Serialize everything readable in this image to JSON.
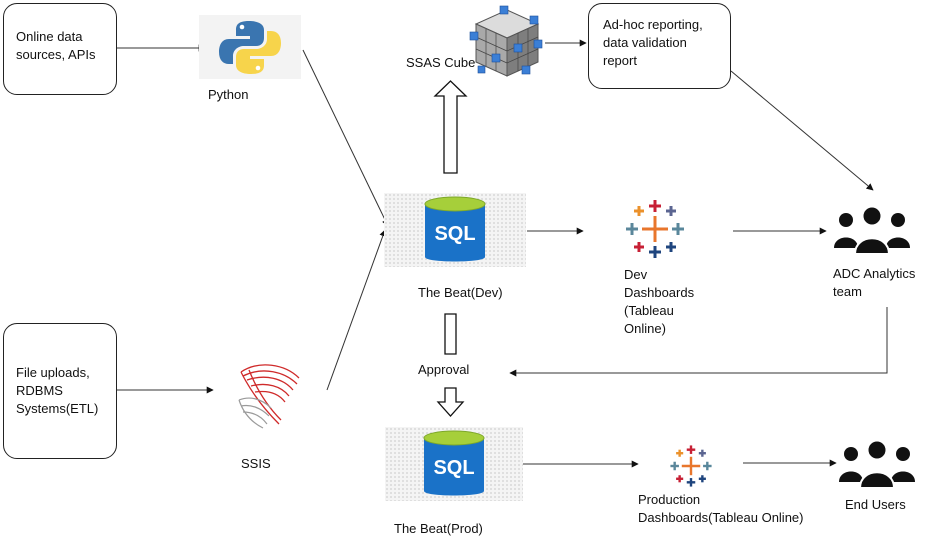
{
  "sources": {
    "online": "Online data\nsources, APIs",
    "files": "File uploads,\nRDBMS\nSystems(ETL)"
  },
  "tools": {
    "python": "Python",
    "ssis": "SSIS",
    "ssas": "SSAS Cube"
  },
  "databases": {
    "dev": {
      "badge": "SQL",
      "label": "The Beat(Dev)"
    },
    "prod": {
      "badge": "SQL",
      "label": "The Beat(Prod)"
    }
  },
  "approval": "Approval",
  "reporting": "Ad-hoc reporting,\ndata validation\nreport",
  "dashboards": {
    "dev": "Dev\nDashboards\n(Tableau\nOnline)",
    "prod": "Production\nDashboards(Tableau Online)"
  },
  "audiences": {
    "analytics": "ADC Analytics\nteam",
    "end_users": "End Users"
  },
  "icons": {
    "python": "python-logo-icon",
    "ssis": "sql-server-ssis-icon",
    "cube": "cube-icon",
    "db": "database-icon",
    "tableau": "tableau-logo-icon",
    "people": "people-group-icon"
  },
  "colors": {
    "db_body": "#1a72c8",
    "db_top": "#a6cf3a",
    "python_blue": "#3a75b0",
    "python_yellow": "#f7d44b",
    "ssis_red": "#cf2a2a",
    "cube_blue": "#3b7fd6"
  }
}
